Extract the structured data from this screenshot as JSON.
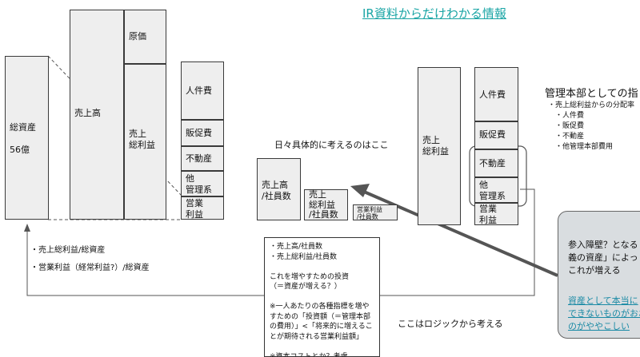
{
  "title": "IR資料からだけわかる情報",
  "left_diagram": {
    "total_assets": "総資産\n\n56億",
    "sales": "売上高",
    "cost": "原価",
    "gross_profit": "売上\n総利益",
    "personnel": "人件費",
    "promotion": "販促費",
    "real_estate": "不動産",
    "other_admin": "他\n管理系",
    "operating_profit": "営業\n利益"
  },
  "left_notes": [
    "・売上総利益/総資産",
    "・営業利益（経常利益?）/総資産"
  ],
  "middle": {
    "caption": "日々具体的に考えるのはここ",
    "sales_per_emp": "売上高\n/社員数",
    "gross_per_emp": "売上\n総利益\n/社員数",
    "op_per_emp": "営業利益\n/社員数",
    "bottom_caption": "ここはロジックから考える"
  },
  "note_box": "・売上高/社員数\n・売上総利益/社員数\n\nこれを増やすための投資\n（＝資産が増える？）\n\n※一人あたりの各種指標を増やすための「投資額（＝管理本部の費用）」<「将来的に増えることが期待される営業利益額」\n\n※資本コストとか？考慮\n※ガイドラインとしての",
  "right_diagram": {
    "gross_profit": "売上\n総利益",
    "personnel": "人件費",
    "promotion": "販促費",
    "real_estate": "不動産",
    "other_admin": "他\n管理系",
    "operating_profit": "営業\n利益"
  },
  "right_text": {
    "heading": "管理本部としての指",
    "items": "・売上総利益からの分配率\n　・人件費\n　・販促費\n　・不動産\n　・他管理本部費用"
  },
  "callout": {
    "text": "参入障壁？となる\n義の資産」によっ\nこれが増える",
    "link": "資産として本当に\nできないものがおお\nのがややこしい"
  }
}
